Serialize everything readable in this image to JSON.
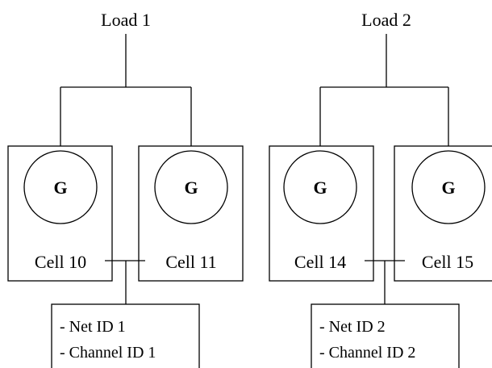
{
  "loads": [
    {
      "label": "Load 1"
    },
    {
      "label": "Load 2"
    }
  ],
  "cells": [
    {
      "label": "Cell 10",
      "generator": "G"
    },
    {
      "label": "Cell 11",
      "generator": "G"
    },
    {
      "label": "Cell 14",
      "generator": "G"
    },
    {
      "label": "Cell 15",
      "generator": "G"
    }
  ],
  "info_boxes": [
    {
      "net": "- Net ID 1",
      "channel": "- Channel ID 1"
    },
    {
      "net": "- Net ID 2",
      "channel": "- Channel ID 2"
    }
  ]
}
